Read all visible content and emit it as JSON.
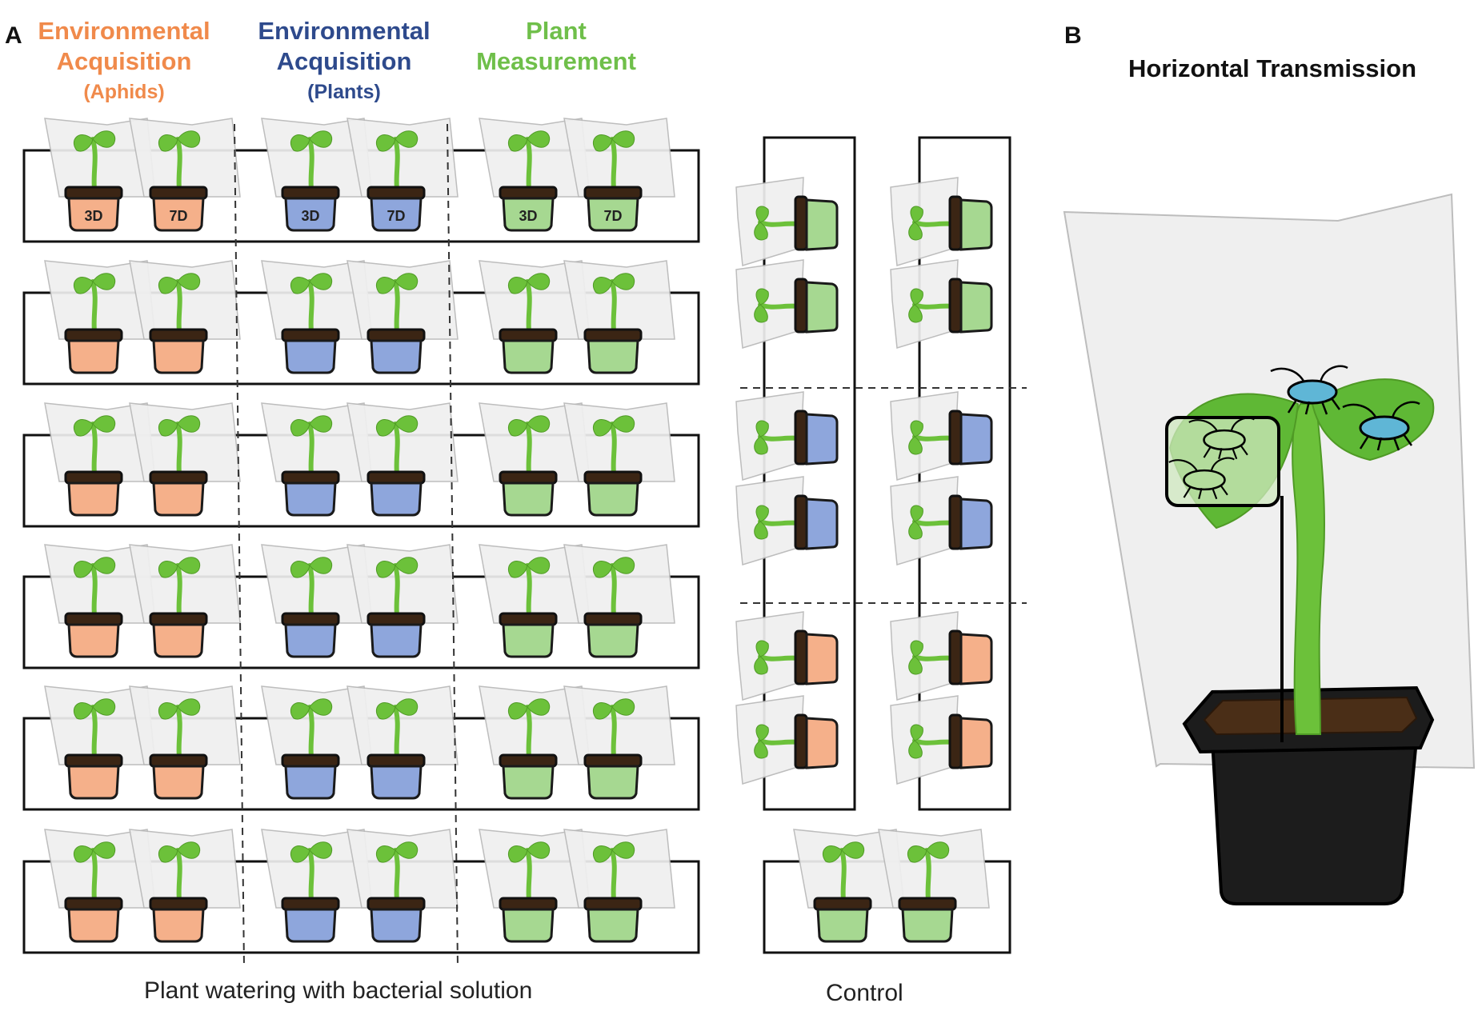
{
  "panel_a": {
    "letter": "A",
    "groups": [
      {
        "key": "aphids",
        "title_line1": "Environmental",
        "title_line2": "Acquisition",
        "subtitle": "(Aphids)",
        "color": "#f08a4b",
        "pot_color": "#f5b08a"
      },
      {
        "key": "plants",
        "title_line1": "Environmental",
        "title_line2": "Acquisition",
        "subtitle": "(Plants)",
        "color": "#2e4a8c",
        "pot_color": "#8ea6dc"
      },
      {
        "key": "measure",
        "title_line1": "Plant",
        "title_line2": "Measurement",
        "subtitle": "",
        "color": "#6fbf4a",
        "pot_color": "#a6d891"
      }
    ],
    "row_count": 6,
    "first_row_pot_labels": [
      "3D",
      "7D"
    ],
    "bottom_caption": "Plant watering with bacterial solution",
    "control_caption": "Control",
    "control_sections": [
      "measure",
      "plants",
      "aphids"
    ]
  },
  "panel_b": {
    "letter": "B",
    "title": "Horizontal Transmission"
  },
  "colors": {
    "plant_green": "#6cc13a",
    "plant_dark": "#4f9a25",
    "soil": "#3b2514",
    "pot_black": "#1c1c1c",
    "bag": "#efefef",
    "aphid_blue": "#5fb6d6"
  }
}
